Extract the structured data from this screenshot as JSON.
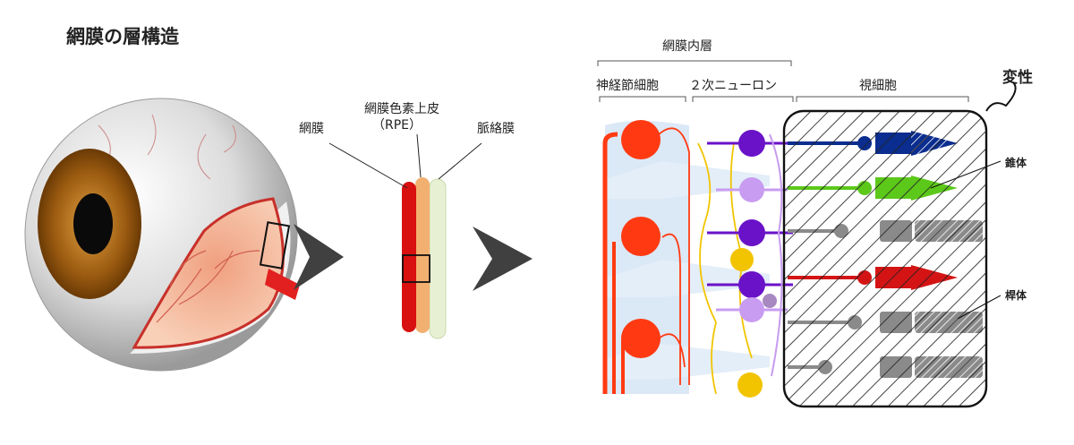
{
  "title": "網膜の層構造",
  "layers": {
    "retina": "網膜",
    "rpe": "網膜色素上皮",
    "rpe_abbr": "（RPE）",
    "choroid": "脈絡膜"
  },
  "cells": {
    "inner_retina": "網膜内層",
    "ganglion": "神経節細胞",
    "secondary_neuron": "２次ニューロン",
    "photoreceptor": "視細胞",
    "degeneration": "変性",
    "cone": "錐体",
    "rod": "桿体"
  },
  "colors": {
    "ganglion": "#ff3a12",
    "bipolar": "#6a12c8",
    "bipolar_light": "#c89cf0",
    "amacrine": "#f2c400",
    "cone_blue": "#0a2d8f",
    "cone_green": "#5cc81a",
    "cone_red": "#d41414",
    "rod": "#8a8a8a",
    "arrow": "#404040"
  }
}
